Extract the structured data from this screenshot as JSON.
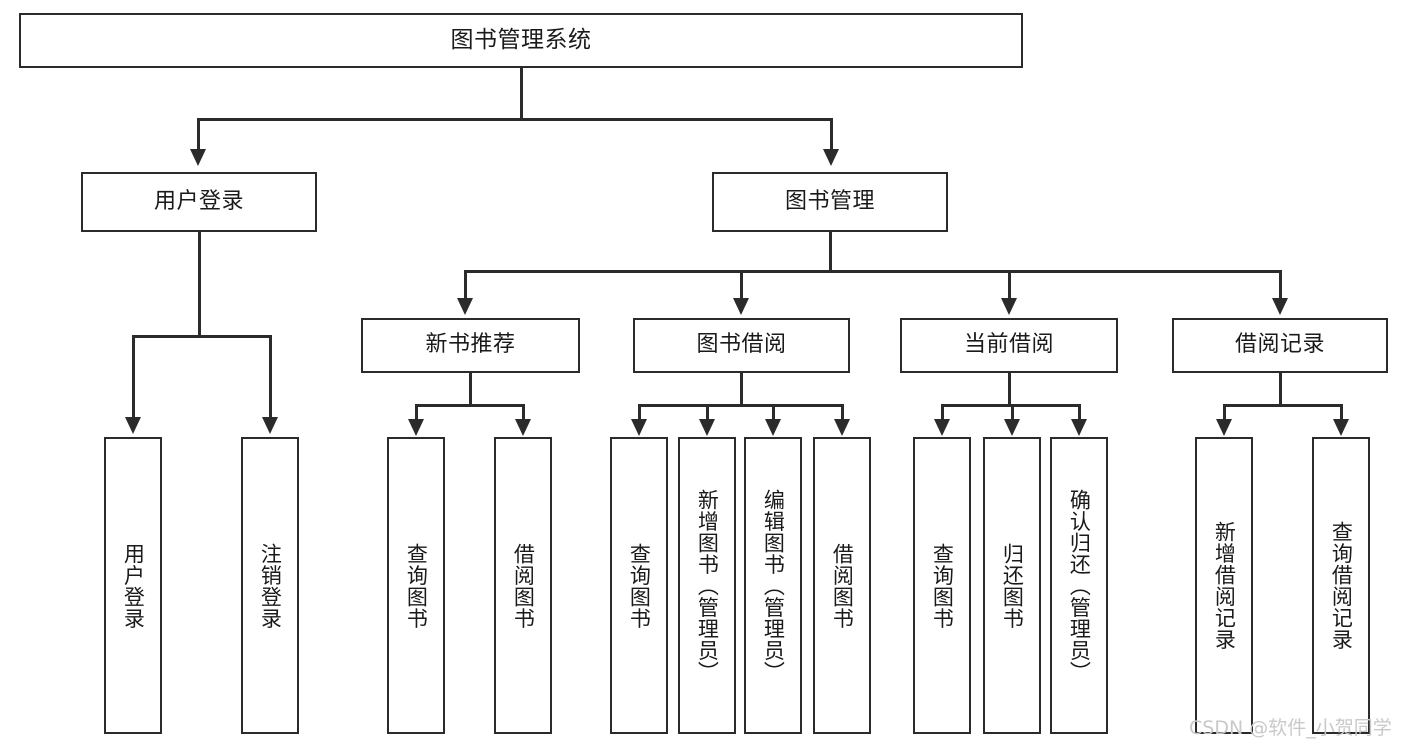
{
  "diagram": {
    "title": "图书管理系统",
    "type": "tree",
    "root": {
      "label": "图书管理系统",
      "children": [
        {
          "label": "用户登录",
          "children": [
            {
              "label": "用户登录"
            },
            {
              "label": "注销登录"
            }
          ]
        },
        {
          "label": "图书管理",
          "children": [
            {
              "label": "新书推荐",
              "children": [
                {
                  "label": "查询图书"
                },
                {
                  "label": "借阅图书"
                }
              ]
            },
            {
              "label": "图书借阅",
              "children": [
                {
                  "label": "查询图书"
                },
                {
                  "label": "新增图书（管理员）"
                },
                {
                  "label": "编辑图书（管理员）"
                },
                {
                  "label": "借阅图书"
                }
              ]
            },
            {
              "label": "当前借阅",
              "children": [
                {
                  "label": "查询图书"
                },
                {
                  "label": "归还图书"
                },
                {
                  "label": "确认归还（管理员）"
                }
              ]
            },
            {
              "label": "借阅记录",
              "children": [
                {
                  "label": "新增借阅记录"
                },
                {
                  "label": "查询借阅记录"
                }
              ]
            }
          ]
        }
      ]
    }
  },
  "nodes": {
    "root": "图书管理系统",
    "user_login": "用户登录",
    "book_manage": "图书管理",
    "user_login_child_1": "用户登录",
    "user_login_child_2": "注销登录",
    "new_book_rec": "新书推荐",
    "new_book_rec_child_1": "查询图书",
    "new_book_rec_child_2": "借阅图书",
    "book_borrow": "图书借阅",
    "book_borrow_child_1": "查询图书",
    "book_borrow_child_2": "新增图书（管理员）",
    "book_borrow_child_3": "编辑图书（管理员）",
    "book_borrow_child_4": "借阅图书",
    "current_borrow": "当前借阅",
    "current_borrow_child_1": "查询图书",
    "current_borrow_child_2": "归还图书",
    "current_borrow_child_3": "确认归还（管理员）",
    "borrow_record": "借阅记录",
    "borrow_record_child_1": "新增借阅记录",
    "borrow_record_child_2": "查询借阅记录"
  },
  "watermark": {
    "text": "CSDN @软件_小贺同学"
  },
  "colors": {
    "stroke": "#2b2b2b",
    "fill": "#ffffff",
    "text": "#1a1a1a",
    "watermark": "#c9c9c9"
  }
}
